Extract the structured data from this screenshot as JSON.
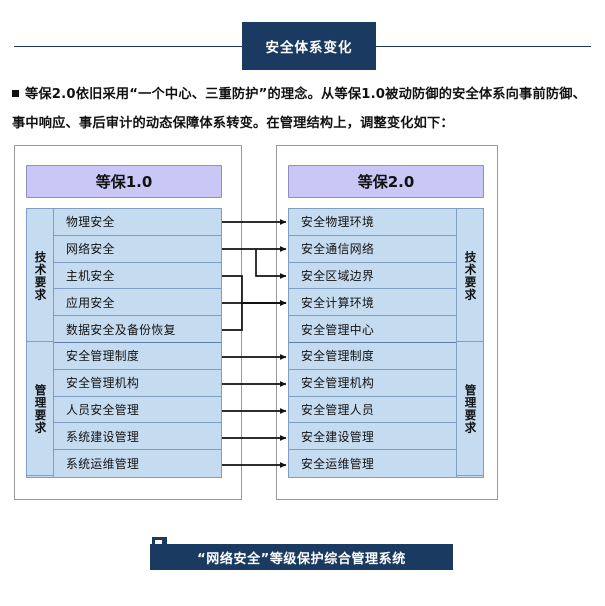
{
  "header": {
    "title": "安全体系变化"
  },
  "intro": {
    "bullet_icon": "square-bullet-icon",
    "text": "等保2.0依旧采用“一个中心、三重防护”的理念。从等保1.0被动防御的安全体系向事前防御、事中响应、事后审计的动态保障体系转变。在管理结构上，调整变化如下："
  },
  "diagram": {
    "left_panel": {
      "title": "等保1.0",
      "groups": [
        {
          "label": "技术要求",
          "items": [
            "物理安全",
            "网络安全",
            "主机安全",
            "应用安全",
            "数据安全及备份恢复"
          ]
        },
        {
          "label": "管理要求",
          "items": [
            "安全管理制度",
            "安全管理机构",
            "人员安全管理",
            "系统建设管理",
            "系统运维管理"
          ]
        }
      ]
    },
    "right_panel": {
      "title": "等保2.0",
      "groups": [
        {
          "label": "技术要求",
          "items": [
            "安全物理环境",
            "安全通信网络",
            "安全区域边界",
            "安全计算环境",
            "安全管理中心"
          ]
        },
        {
          "label": "管理要求",
          "items": [
            "安全管理制度",
            "安全管理机构",
            "安全管理人员",
            "安全建设管理",
            "安全运维管理"
          ]
        }
      ]
    },
    "mappings": [
      {
        "from": "物理安全",
        "to": "安全物理环境"
      },
      {
        "from": "网络安全",
        "to": "安全通信网络"
      },
      {
        "from": "网络安全",
        "to": "安全区域边界"
      },
      {
        "from": "主机安全",
        "to": "安全计算环境"
      },
      {
        "from": "应用安全",
        "to": "安全计算环境"
      },
      {
        "from": "数据安全及备份恢复",
        "to": "安全计算环境"
      },
      {
        "from": "安全管理制度",
        "to": "安全管理制度"
      },
      {
        "from": "安全管理机构",
        "to": "安全管理机构"
      },
      {
        "from": "人员安全管理",
        "to": "安全管理人员"
      },
      {
        "from": "系统建设管理",
        "to": "安全建设管理"
      },
      {
        "from": "系统运维管理",
        "to": "安全运维管理"
      }
    ]
  },
  "footer": {
    "caption": "“网络安全”等级保护综合管理系统"
  },
  "colors": {
    "brand_dark_blue": "#1b3a61",
    "rule_blue": "#1d3557",
    "header_box_lavender": "#c9c7f6",
    "cell_blue": "#c5dbf0",
    "cell_border": "#7f9ec4",
    "frame_gray": "#9a9a9a",
    "connector_black": "#111111"
  }
}
